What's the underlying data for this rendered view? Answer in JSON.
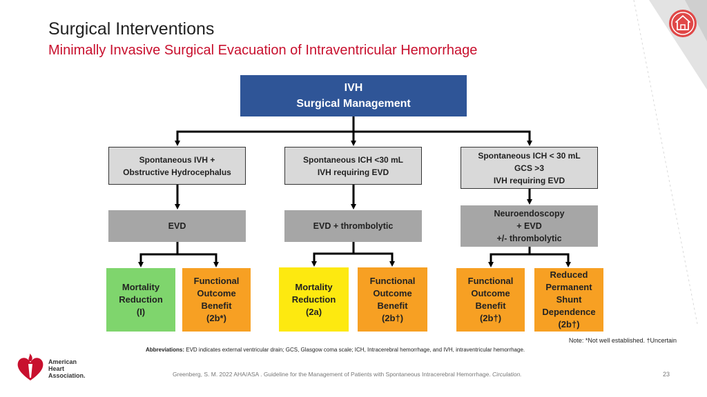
{
  "header": {
    "title": "Surgical Interventions",
    "subtitle": "Minimally Invasive Surgical Evacuation of Intraventricular Hemorrhage"
  },
  "diagram": {
    "root": "IVH\nSurgical Management",
    "criteria": [
      "Spontaneous IVH +\nObstructive Hydrocephalus",
      "Spontaneous ICH <30 mL\nIVH requiring EVD",
      "Spontaneous ICH < 30 mL\nGCS >3\nIVH requiring EVD"
    ],
    "treatments": [
      "EVD",
      "EVD + thrombolytic",
      "Neuroendoscopy\n+ EVD\n+/- thrombolytic"
    ],
    "outcomes": [
      "Mortality\nReduction\n(I)",
      "Functional\nOutcome\nBenefit\n(2b*)",
      "Mortality\nReduction\n(2a)",
      "Functional\nOutcome\nBenefit\n(2b†)",
      "Functional\nOutcome\nBenefit\n(2b†)",
      "Reduced\nPermanent\nShunt\nDependence\n(2b†)"
    ]
  },
  "colors": {
    "root": "#2f5597",
    "criteria": "#d9d9d9",
    "treatment": "#a6a6a6",
    "class_I": "#7fd56d",
    "class_2a": "#fde910",
    "class_2b": "#f7a023",
    "accent": "#c8102e"
  },
  "footer": {
    "note": "Note: *Not well  established. †Uncertain",
    "abbr_label": "Abbreviations:",
    "abbr_text": " EVD indicates external ventricular drain; GCS, Glasgow coma scale; ICH, Intracerebral hemorrhage, and IVH, intraventricular hemorrhage.",
    "citation": "Greenberg, S. M. 2022 AHA/ASA . Guideline for the Management of Patients with Spontaneous Intracerebral Hemorrhage. ",
    "citation_journal": "Circulation.",
    "page_number": "23",
    "logo_text": "American\nHeart\nAssociation."
  },
  "icons": {
    "home": "home-icon",
    "logo": "aha-heart-torch-logo"
  }
}
